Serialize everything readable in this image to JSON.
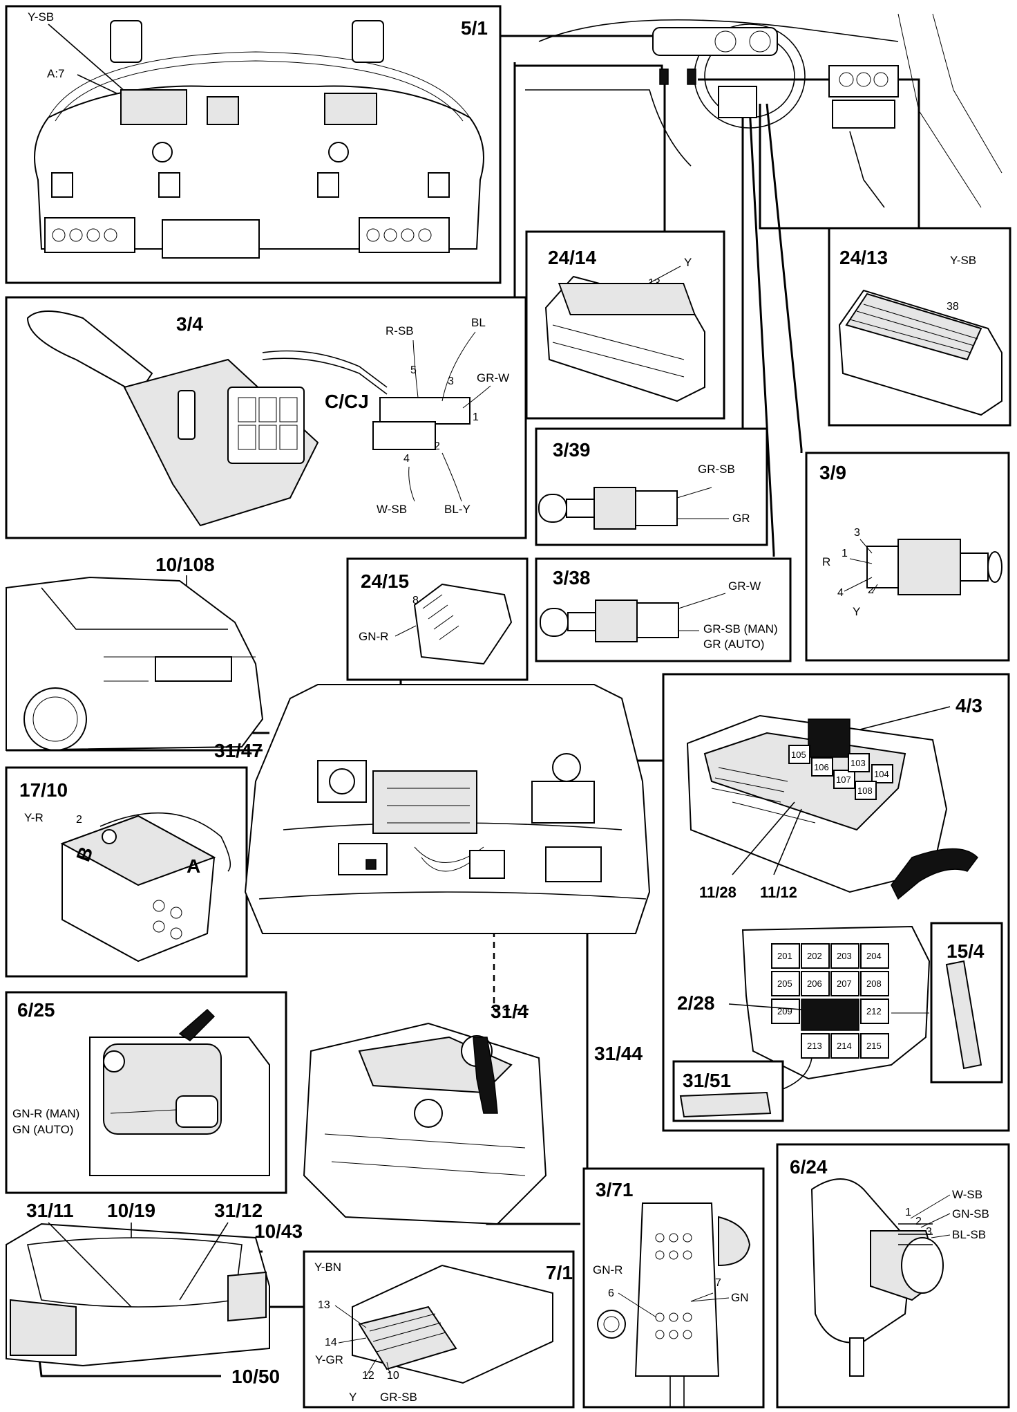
{
  "refs": {
    "instrument_cluster": "5/1",
    "stalk_switch": "3/4",
    "connector_24_14": "24/14",
    "connector_24_13": "24/13",
    "switch_3_39": "3/39",
    "switch_3_9": "3/9",
    "switch_3_38": "3/38",
    "connector_24_15": "24/15",
    "car_rear": "10/108",
    "rear_ground": "31/47",
    "abs_unit": "17/10",
    "fuse_box": "4/3",
    "fuse_11_28": "11/28",
    "fuse_11_12": "11/12",
    "relay_box_label": "2/28",
    "connector_15_4": "15/4",
    "ground_31_51": "31/51",
    "speedo_sensor": "6/25",
    "ground_31_4": "31/4",
    "ground_31_44": "31/44",
    "gear_selector": "3/71",
    "sensor_6_24": "6/24",
    "trunk_ground_31_11": "31/11",
    "trunk_10_19": "10/19",
    "trunk_ground_31_12": "31/12",
    "trunk_10_43": "10/43",
    "trunk_10_50": "10/50",
    "control_unit": "7/1"
  },
  "cluster": {
    "wire": "Y-SB",
    "pin": "A:7"
  },
  "stalk": {
    "connector": "C/CJ",
    "wires": [
      {
        "color": "R-SB",
        "pin": "5"
      },
      {
        "color": "BL",
        "pin": "3"
      },
      {
        "color": "GR-W",
        "pin": "1"
      },
      {
        "color": "W-SB",
        "pin": "4"
      },
      {
        "color": "BL-Y",
        "pin": "2"
      }
    ]
  },
  "c24_14": {
    "wire": "Y",
    "pin": "13"
  },
  "c24_13": {
    "wire": "Y-SB",
    "pin": "38"
  },
  "s3_39": {
    "wires": [
      "GR-SB",
      "GR"
    ]
  },
  "s3_9": {
    "wire_r": "R",
    "wire_y": "Y",
    "pins": [
      "3",
      "1",
      "4",
      "2"
    ]
  },
  "s3_38": {
    "wires": [
      "GR-W",
      "GR-SB (MAN)",
      "GR (AUTO)"
    ]
  },
  "c24_15": {
    "wire": "GN-R",
    "pin": "8"
  },
  "abs": {
    "wire": "Y-R",
    "pin": "2",
    "side_a": "A",
    "side_b": "B"
  },
  "fusebox": {
    "fuses": [
      "105",
      "106",
      "107",
      "103",
      "104",
      "108"
    ]
  },
  "relaybox": {
    "relays": [
      "201",
      "202",
      "203",
      "204",
      "205",
      "206",
      "207",
      "208",
      "209",
      "212",
      "213",
      "214",
      "215"
    ]
  },
  "speedo": {
    "wires": [
      "GN-R (MAN)",
      "GN (AUTO)"
    ]
  },
  "selector": {
    "wires": [
      {
        "color": "GN-R",
        "pin": "6"
      },
      {
        "color": "GN",
        "pin": "7"
      }
    ]
  },
  "sensor624": {
    "wires": [
      {
        "color": "W-SB",
        "pin": "1"
      },
      {
        "color": "GN-SB",
        "pin": "2"
      },
      {
        "color": "BL-SB",
        "pin": "3"
      }
    ]
  },
  "cu71": {
    "wires": [
      {
        "color": "Y-BN",
        "pin": "13"
      },
      {
        "color": "Y-GR",
        "pin": "14"
      },
      {
        "color": "Y",
        "pin": "12"
      },
      {
        "color": "GR-SB",
        "pin": "10"
      }
    ]
  }
}
